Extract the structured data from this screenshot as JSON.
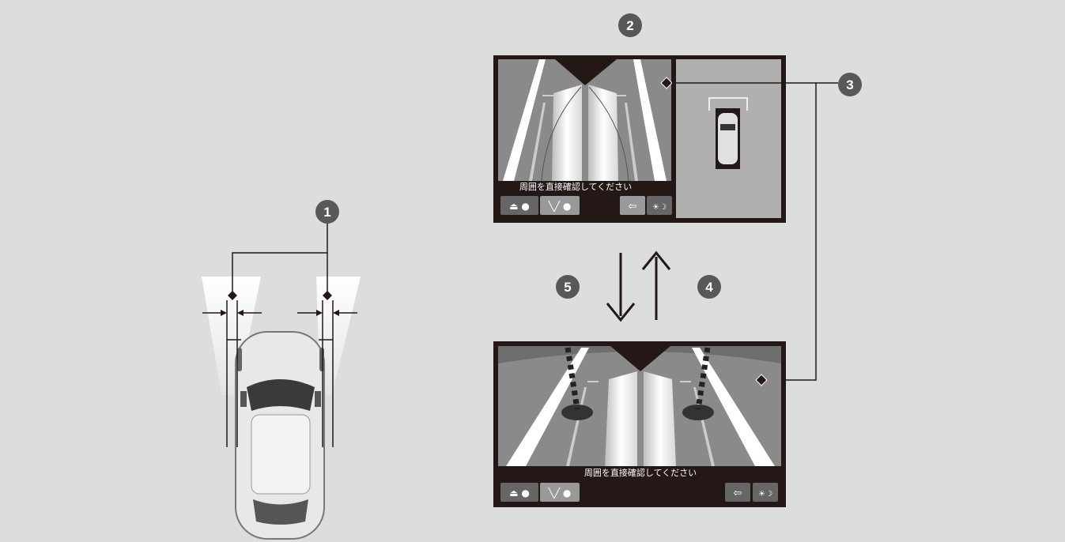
{
  "callouts": {
    "c1": "1",
    "c2": "2",
    "c3": "3",
    "c4": "4",
    "c5": "5"
  },
  "top_screen": {
    "message": "周囲を直接確認してください"
  },
  "bottom_screen": {
    "message": "周囲を直接確認してください"
  },
  "colors": {
    "background": "#dcdddd",
    "screen_frame": "#231815",
    "camera_bg": "#8a8a8a",
    "callout": "#595757"
  }
}
